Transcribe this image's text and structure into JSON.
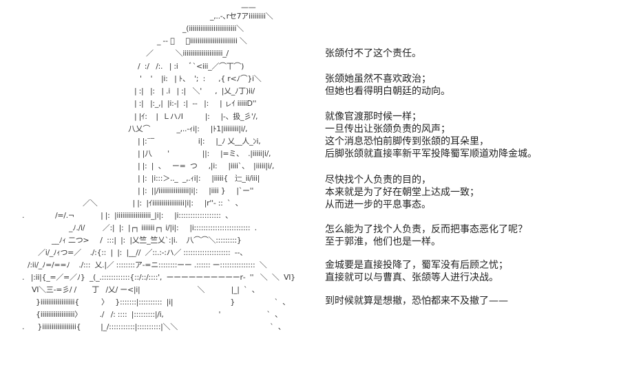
{
  "art": {
    "lines": [
      "——",
      "_,..-､rセ7アiiiiiiiii＼",
      "_(iiiiiiiiiiiiiiiiiiiiiiiii＼",
      "_ -‐ ﾞ     ＼iiiiiiiiiiiiiiiiiiiiiiiii ＼",
      "／          ＼iiiiiiiiiiiiiiiiiiiii_/",
      "/  :/   /:.   | :i     ﾞ`<iii_／⌒丅⌒)",
      "'    '    |i:   | ﾄ、  ';  :      ,{ r<ﾉ⌒}i＼",
      "| :|   |:   | .i   | :|   ＼'      ,  |乂_ﾉ丁)ii/",
      "| :|   |:_,|  |i:-|  :|  ‐‐   |:     | ㇾｲ iiiiiD''",
      "| |ｲ:    |  ＬハﾉI          |:     |-、扱_彡'/,",
      "八乂⌒            _,..-ｨi|:     |ﾄ1|iiiiiiii|i/,",
      "| |:¨‾                    i|:     |_ﾉ 乂__人_ﾝi,",
      "| |八       '               ||:     |=ミ、  .|iiiii|i/,",
      "| |:  |  、   ー=  つ     ,|i:     |iiii`、  |iiiii|i/,",
      "| |:  |i:::＞.._  _,.ｨi|:     |iiiii{   辷_ii/iii|",
      "| |:  ||/iiiiiiiiiiiiiiii|i|:     |iiii }     |`ー''",
      "／＼                | |:  |ｲiiiiiiiiiiiiiiiii|i|:     |r''‐ ::  `  、",
      ".              /=/.¬            | |:  |iiiiiiiiiiiiiiiiii_|i|:     |i::::::::::::::::::  、",
      "_ﾉ./i/        ／:|  |:  |┌┐ iiiiiii┌┐ i/|i|:     |i::::::::::::::::::::::::  .",
      "__ﾉｨ 二つ>     /  :::|  |:  |乂竺_竺乂`:|i.    八⌒⌒＼:::::::::}",
      "／i/_ﾉｨつ=／    ./:{::  |  |:  |__//  ／::.:-:ハ／ ::::::::::::::::::::  ‐-、",
      "/:ii/_ﾉ=/==ﾉ    ./:::  乂.|／ ::::::::ア-=ニ::::::::ーー .:::::: ー:::::::::::::::  ＼",
      ".   |:ii|{_=／=／ﾉ}  _(_.::::::::::::{::/::/::::',  ーーーーーーーーーーr‐  ''   ＼  ＼  VI}",
      "VI＼三-=彡/ /       丁   /乂/ ー<|i|                          ＼            |_|  `  、",
      "}iiiiiiiiiiiiiiiiii{          〉   }:::::::|::::::::::  |i|                          }                  `  、",
      "{iiiiiiiiiiiiiiiiii〉        ./   /: ::::  |:::::::::|/i,                         '                     `  、",
      ".      }iiiiiiiiiiiiiiiiii{         |_/:::::::::::|::::::::::|＼＼                                          `  、"
    ]
  },
  "narration": {
    "lines": [
      "张颌付不了这个责任。",
      "张颌她虽然不喜欢政治；",
      "但她也看得明白朝廷的动向。",
      "就像官渡那时候一样；",
      "一旦传出让张颌负责的风声；",
      "这个消息恐怕前脚传到张颌的耳朵里，",
      "后脚张颌就直接率新平军投降蜀军顺道劝降金城。",
      "尽快找个人负责的目的，",
      "本来就是为了好在朝堂上达成一致；",
      "从而进一步的平息事态。",
      "怎么能为了找个人负责，反而把事态恶化了呢？",
      "至于郭淮，他们也是一样。",
      "金城要是直接投降了，蜀军没有后顾之忧；",
      "直接就可以与曹真、张颌等人进行决战。",
      "到时候就算是想撤，恐怕都来不及撤了——"
    ]
  }
}
